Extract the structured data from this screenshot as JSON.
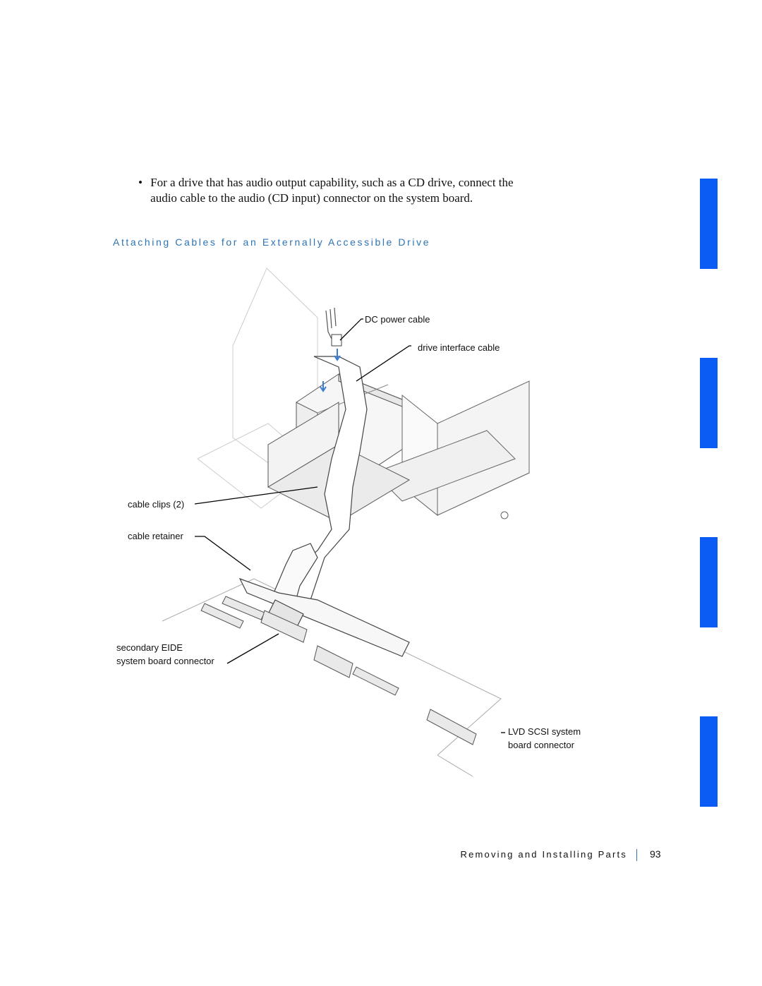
{
  "bullet": {
    "mark": "•",
    "text": "For a drive that has audio output capability, such as a CD drive, connect the audio cable to the audio (CD input) connector on the system board."
  },
  "section_heading": "Attaching Cables for an Externally Accessible Drive",
  "figure": {
    "callouts": {
      "dc_power_cable": "DC power cable",
      "drive_interface_cable": "drive interface cable",
      "cable_clips": "cable clips (2)",
      "cable_retainer": "cable retainer",
      "secondary_eide_line1": "secondary EIDE",
      "secondary_eide_line2": "system board connector",
      "lvd_scsi_line1": "LVD SCSI system",
      "lvd_scsi_line2": "board connector"
    },
    "accent_color": "#2f74b4",
    "arrow_color": "#3a7bd5"
  },
  "side_tabs": {
    "color": "#0a5cf5",
    "count": 4
  },
  "footer": {
    "chapter_title": "Removing and Installing Parts",
    "page_number": "93"
  }
}
